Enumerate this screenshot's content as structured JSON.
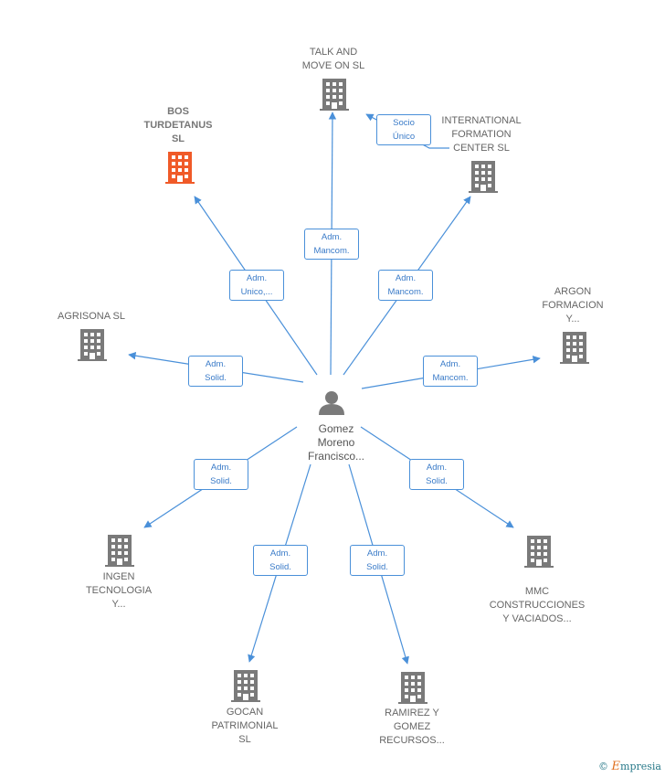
{
  "center": {
    "label": "Gomez\nMoreno\nFrancisco..."
  },
  "companies": [
    {
      "id": "talk",
      "label": "TALK AND\nMOVE ON  SL",
      "highlight": false
    },
    {
      "id": "bos",
      "label": "BOS\nTURDETANUS\nSL",
      "highlight": true
    },
    {
      "id": "intl",
      "label": "INTERNATIONAL\nFORMATION\nCENTER SL",
      "highlight": false
    },
    {
      "id": "agri",
      "label": "AGRISONA  SL",
      "highlight": false
    },
    {
      "id": "argon",
      "label": "ARGON\nFORMACION\nY...",
      "highlight": false
    },
    {
      "id": "ingen",
      "label": "INGEN\nTECNOLOGIA\nY...",
      "highlight": false
    },
    {
      "id": "mmc",
      "label": "MMC\nCONSTRUCCIONES\nY VACIADOS...",
      "highlight": false
    },
    {
      "id": "gocan",
      "label": "GOCAN\nPATRIMONIAL\nSL",
      "highlight": false
    },
    {
      "id": "ramirez",
      "label": "RAMIREZ Y\nGOMEZ\nRECURSOS...",
      "highlight": false
    }
  ],
  "edges": [
    {
      "from": "center",
      "to": "talk",
      "label": "Adm.\nMancom."
    },
    {
      "from": "center",
      "to": "bos",
      "label": "Adm.\nUnico,..."
    },
    {
      "from": "center",
      "to": "intl",
      "label": "Adm.\nMancom."
    },
    {
      "from": "intl",
      "to": "talk",
      "label": "Socio\nÚnico"
    },
    {
      "from": "center",
      "to": "agri",
      "label": "Adm.\nSolid."
    },
    {
      "from": "center",
      "to": "argon",
      "label": "Adm.\nMancom."
    },
    {
      "from": "center",
      "to": "ingen",
      "label": "Adm.\nSolid."
    },
    {
      "from": "center",
      "to": "mmc",
      "label": "Adm.\nSolid."
    },
    {
      "from": "center",
      "to": "gocan",
      "label": "Adm.\nSolid."
    },
    {
      "from": "center",
      "to": "ramirez",
      "label": "Adm.\nSolid."
    }
  ],
  "colors": {
    "edge": "#4a90d9",
    "building": "#7a7a7a",
    "building_highlight": "#f05a28",
    "person": "#7a7a7a"
  },
  "footer": {
    "copyright": "©",
    "brand_initial": "E",
    "brand_rest": "mpresia"
  }
}
